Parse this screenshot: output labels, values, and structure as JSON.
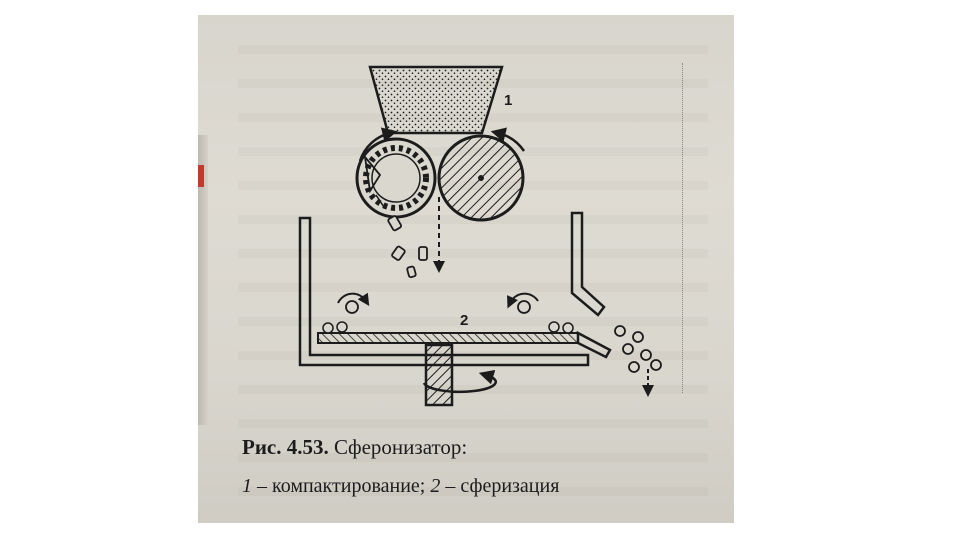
{
  "figure": {
    "number": "Рис. 4.53.",
    "title": "Сферонизатор:",
    "legend": [
      {
        "num": "1",
        "text": " – компактирование; "
      },
      {
        "num": "2",
        "text": " – сферизация"
      }
    ]
  },
  "diagram": {
    "labels": {
      "compaction": "1",
      "spheronization": "2"
    },
    "components": [
      "hopper",
      "compaction-rollers",
      "friction-plate",
      "bowl",
      "outlet-chute",
      "shaft"
    ]
  },
  "colors": {
    "ink": "#1c1c1c",
    "paper": "#dad7cf",
    "background": "#ffffff"
  }
}
